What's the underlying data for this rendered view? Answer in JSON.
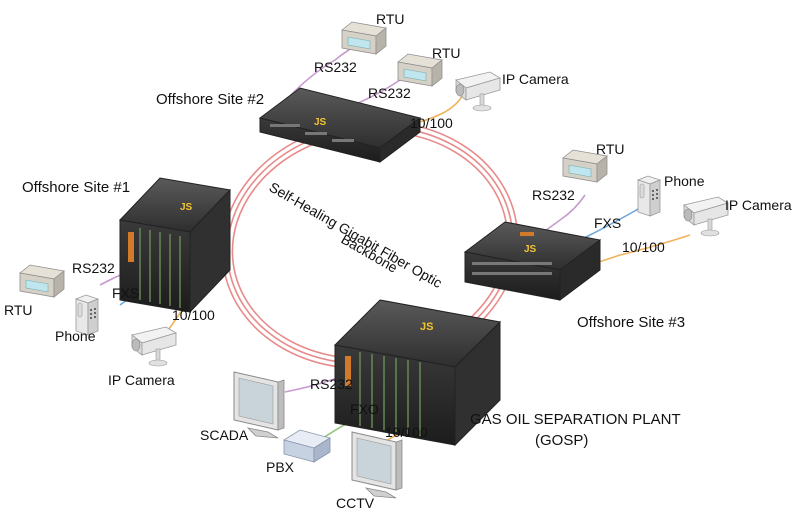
{
  "backbone": {
    "line1": "Self-Healing Gigabit Fiber Optic",
    "line2": "Backbone",
    "ring_color": "#e88a8a"
  },
  "sites": {
    "site1": {
      "name": "Offshore Site #1",
      "logo": "JS",
      "icon": "rack-chassis-icon"
    },
    "site2": {
      "name": "Offshore Site #2",
      "logo": "JS",
      "icon": "rack-chassis-icon"
    },
    "site3": {
      "name": "Offshore Site #3",
      "logo": "JS",
      "icon": "rack-chassis-icon"
    },
    "gosp": {
      "name_line1": "GAS OIL SEPARATION PLANT",
      "name_line2": "(GOSP)",
      "logo": "JS",
      "icon": "rack-chassis-icon"
    }
  },
  "devices": {
    "rtu": "RTU",
    "phone": "Phone",
    "ip_camera": "IP Camera",
    "scada": "SCADA",
    "pbx": "PBX",
    "cctv": "CCTV"
  },
  "links": {
    "rs232": "RS232",
    "fxs": "FXS",
    "fxo": "FXO",
    "eth": "10/100"
  },
  "colors": {
    "rs232": "#c79bd0",
    "fxs": "#6fa8dc",
    "fxo": "#93c47d",
    "eth": "#f0b35a",
    "logo_yellow": "#f4c430"
  }
}
